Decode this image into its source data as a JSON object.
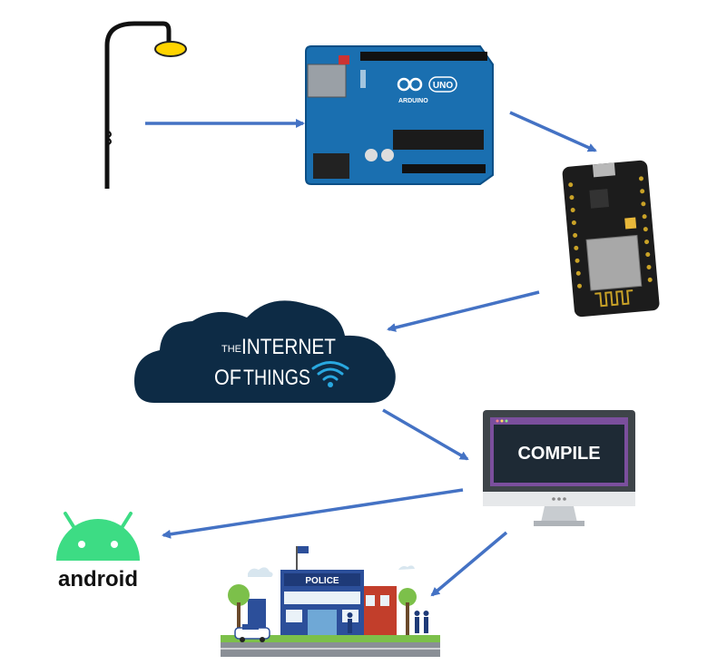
{
  "diagram": {
    "arduino": {
      "label": "ARDUINO",
      "badge": "UNO"
    },
    "cloud": {
      "line1_small": "THE",
      "line1": "INTERNET",
      "line2_small": "OF",
      "line2": "THINGS"
    },
    "monitor": {
      "label": "COMPILE"
    },
    "android": {
      "label": "android"
    },
    "police": {
      "label": "POLICE"
    },
    "colors": {
      "arrow": "#4472c4",
      "cloud": "#0d2b45",
      "android": "#3ddc84",
      "compile_bg": "#7b4f9d"
    }
  }
}
